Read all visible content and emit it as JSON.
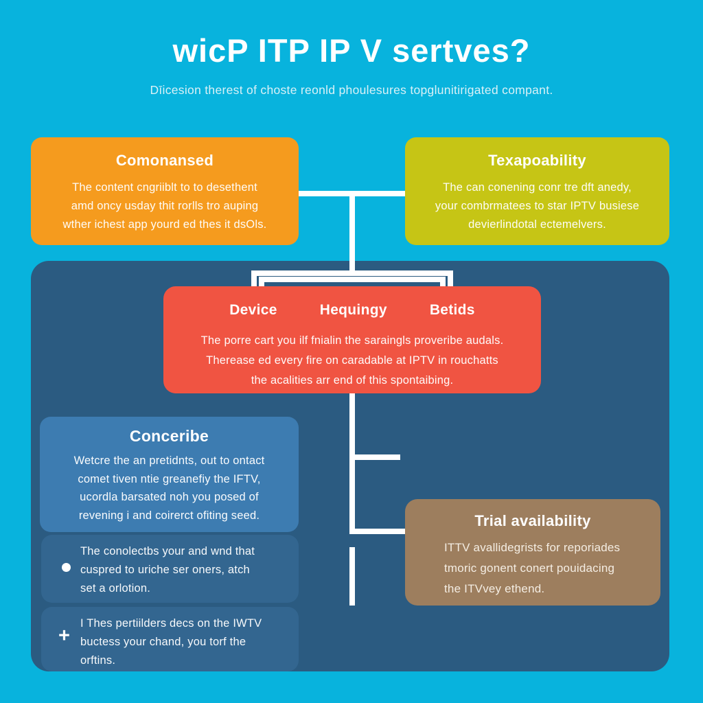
{
  "colors": {
    "background": "#08b3dd",
    "panel": "#2b5b81",
    "orange": "#f59b1e",
    "lime": "#c6c515",
    "red": "#f05442",
    "blue": "#3d7cb1",
    "item": "#336690",
    "brown": "#9d7e5e",
    "line": "#ffffff"
  },
  "header": {
    "title": "wicP ITP IP V sertves?",
    "subtitle": "Dīicesion therest of choste reonld phoulesures topglunitirigated compant."
  },
  "boxes": {
    "orange": {
      "title": "Comonansed",
      "lines": [
        "The content cngriiblt to to desethent",
        "amd oncy usday thit rorlls tro auping",
        "wther ichest app yourd ed thes it dsOls."
      ]
    },
    "lime": {
      "title": "Texapoability",
      "lines": [
        "The can conening conr tre dft anedy,",
        "your combrmatees to star IPTV busiese",
        "devierlindotal ectemelvers."
      ]
    },
    "red": {
      "headers": [
        "Device",
        "Hequingy",
        "Betids"
      ],
      "lines": [
        "The porre cart you ilf fnialin the saraingls proveribe audals.",
        "Therease ed every fire on caradable at IPTV in rouchatts",
        "the acalities arr end of this spontaibing."
      ]
    },
    "blue": {
      "title": "Conceribe",
      "lines": [
        "Wetcre the an pretidnts, out to ontact",
        "comet tiven ntie greanefiy the IFTV,",
        "ucordla barsated noh you posed of",
        "revening i and coirerct ofiting seed."
      ]
    },
    "bullet_item": {
      "icon": "•",
      "lines": [
        "The conolectbs your and wnd that",
        "cuspred to uriche ser oners, atch",
        "set a orlotion."
      ]
    },
    "plus_item": {
      "icon": "+",
      "lines": [
        "I Thes pertiilders decs on the IWTV",
        "buctess your chand, you torf the",
        "orftins."
      ]
    },
    "brown": {
      "title": "Trial availability",
      "lines": [
        "ITTV avallidegrists for reporiades",
        "tmoric gonent conert pouidacing",
        "the ITVvey ethend."
      ]
    }
  }
}
